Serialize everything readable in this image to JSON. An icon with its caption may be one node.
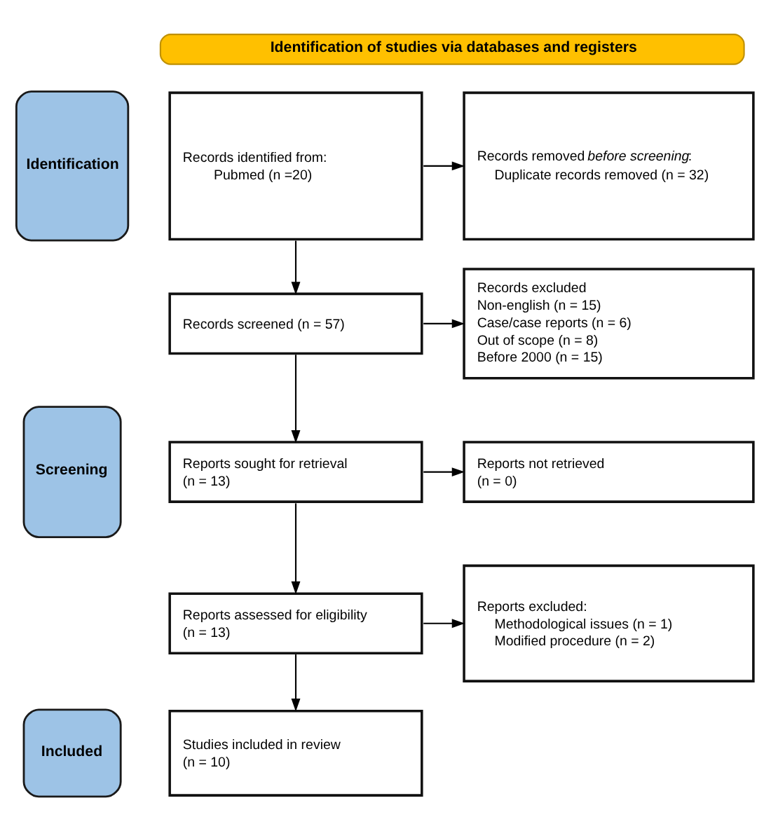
{
  "diagram": {
    "nodes": [
      {
        "text": [
          "Identification of studies via databases and registers"
        ]
      },
      {
        "text": [
          "Identification"
        ]
      },
      {
        "text": [
          "Records identified from:",
          "Pubmed (n =20)"
        ]
      },
      {
        "text": [
          "Records removed *before screening*:",
          "Duplicate records removed (n = 32)"
        ]
      },
      {
        "text": [
          "Screening"
        ]
      },
      {
        "text": [
          "Records screened (n = 57)"
        ]
      },
      {
        "text": [
          "Records excluded",
          "Non-english (n = 15)",
          "Case/case reports (n = 6)",
          "Out of scope (n = 8)",
          "Before 2000 (n = 15)"
        ]
      },
      {
        "text": [
          "Reports sought for retrieval",
          "(n = 13)"
        ]
      },
      {
        "text": [
          "Reports not retrieved",
          "(n = 0)"
        ]
      },
      {
        "text": [
          "Reports assessed for eligibility",
          "(n = 13)"
        ]
      },
      {
        "text": [
          "Reports excluded:",
          "Methodological issues (n = 1)",
          "Modified procedure (n = 2)"
        ]
      },
      {
        "text": [
          "Included"
        ]
      },
      {
        "text": [
          "Studies included in review",
          "(n = 10)"
        ]
      }
    ],
    "edges": [
      {
        "from": 2,
        "to": 3,
        "arrow": "to"
      },
      {
        "from": 2,
        "to": 5,
        "arrow": "to"
      },
      {
        "from": 5,
        "to": 6,
        "arrow": "to"
      },
      {
        "from": 5,
        "to": 7,
        "arrow": "to"
      },
      {
        "from": 7,
        "to": 8,
        "arrow": "to"
      },
      {
        "from": 7,
        "to": 9,
        "arrow": "to"
      },
      {
        "from": 9,
        "to": 10,
        "arrow": "to"
      },
      {
        "from": 9,
        "to": 12,
        "arrow": "to"
      }
    ]
  }
}
